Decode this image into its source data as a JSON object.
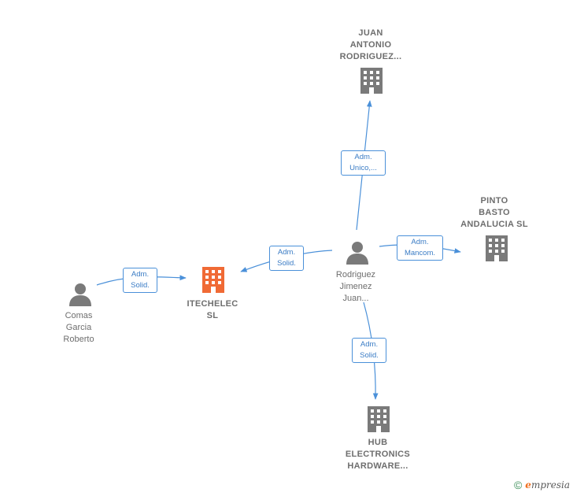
{
  "nodes": {
    "juan_antonio": {
      "lines": [
        "JUAN",
        "ANTONIO",
        "RODRIGUEZ..."
      ]
    },
    "pinto_basto": {
      "lines": [
        "PINTO",
        "BASTO",
        "ANDALUCIA  SL"
      ]
    },
    "itechelec": {
      "lines": [
        "ITECHELEC",
        "SL"
      ]
    },
    "rodriguez_jimenez": {
      "lines": [
        "Rodriguez",
        "Jimenez",
        "Juan..."
      ]
    },
    "comas_garcia": {
      "lines": [
        "Comas",
        "Garcia",
        "Roberto"
      ]
    },
    "hub_electronics": {
      "lines": [
        "HUB",
        "ELECTRONICS",
        "HARDWARE..."
      ]
    }
  },
  "edges": {
    "to_juan_antonio": {
      "lines": [
        "Adm.",
        "Unico,..."
      ]
    },
    "to_pinto_basto": {
      "lines": [
        "Adm.",
        "Mancom."
      ]
    },
    "to_itechelec_from_rodriguez": {
      "lines": [
        "Adm.",
        "Solid."
      ]
    },
    "to_itechelec_from_comas": {
      "lines": [
        "Adm.",
        "Solid."
      ]
    },
    "to_hub_electronics": {
      "lines": [
        "Adm.",
        "Solid."
      ]
    }
  },
  "footer": {
    "copyright": "©",
    "brand_initial": "e",
    "brand_rest": "mpresia"
  },
  "colors": {
    "edge": "#4a90d9",
    "company_icon": "#7a7a7a",
    "focus_icon": "#f06a35",
    "person_icon": "#7a7a7a"
  }
}
